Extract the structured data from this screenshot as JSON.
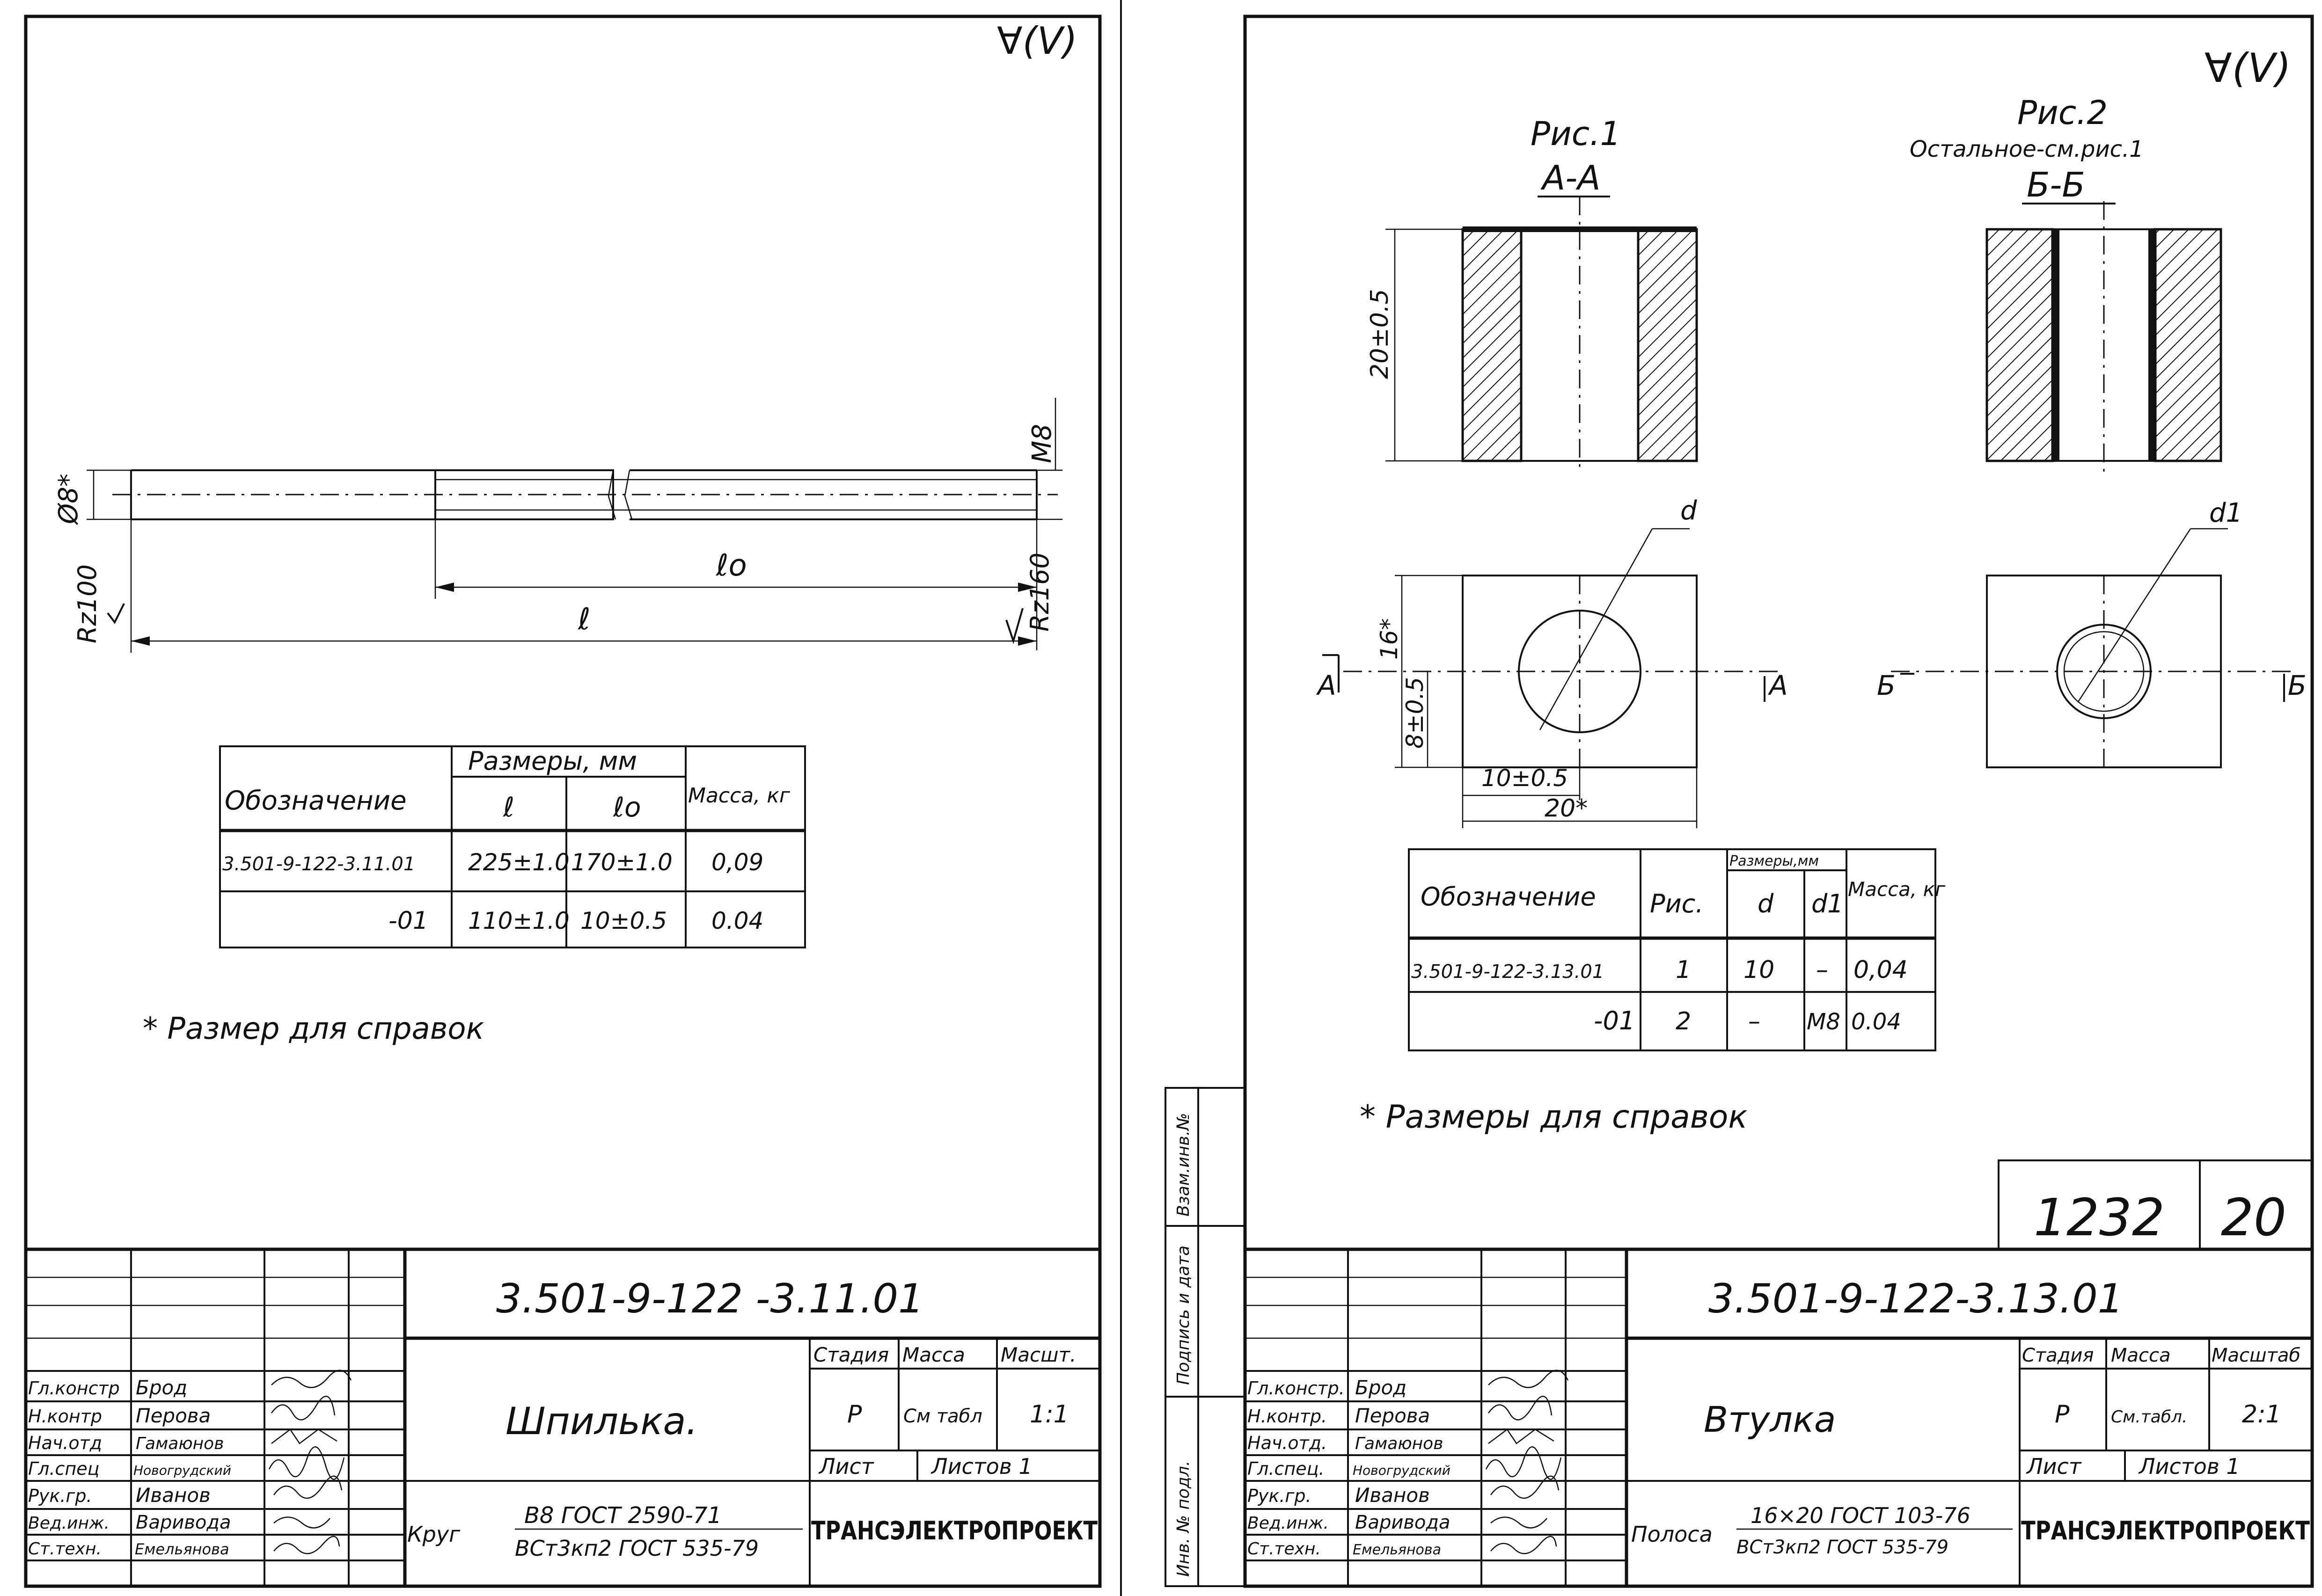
{
  "left_sheet": {
    "roughness_mark": "∀(V)",
    "drawing": {
      "dim_diameter": "Ø8*",
      "dim_thread": "M8",
      "dim_l0": "ℓo",
      "dim_l": "ℓ",
      "roughness_left": "Rz100",
      "roughness_right": "Rz160"
    },
    "table": {
      "header_designation": "Обозначение",
      "header_sizes": "Размеры, мм",
      "header_l": "ℓ",
      "header_l0": "ℓo",
      "header_mass": "Масса, кг",
      "rows": [
        {
          "designation": "3.501-9-122-3.11.01",
          "l": "225±1.0",
          "l0": "170±1.0",
          "mass": "0,09"
        },
        {
          "designation": "-01",
          "l": "110±1.0",
          "l0": "10±0.5",
          "mass": "0.04"
        }
      ]
    },
    "note": "* Размер для справок",
    "title_block": {
      "doc_code": "3.501-9-122 -3.11.01",
      "part_name": "Шпилька.",
      "stage_label": "Стадия",
      "mass_label": "Масса",
      "scale_label": "Масшт.",
      "stage": "Р",
      "mass": "См табл",
      "scale": "1:1",
      "sheet_label": "Лист",
      "sheets_label": "Листов 1",
      "material_prefix": "Круг",
      "material_top": "В8 ГОСТ 2590-71",
      "material_bottom": "ВСт3кп2 ГОСТ 535-79",
      "org": "ТРАНСЭЛЕКТРОПРОЕКТ",
      "signers": [
        {
          "role": "Гл.констр",
          "name": "Брод"
        },
        {
          "role": "Н.контр",
          "name": "Перова"
        },
        {
          "role": "Нач.отд",
          "name": "Гамаюнов"
        },
        {
          "role": "Гл.спец",
          "name": "Новогрудский"
        },
        {
          "role": "Рук.гр.",
          "name": "Иванов"
        },
        {
          "role": "Вед.инж.",
          "name": "Варивода"
        },
        {
          "role": "Ст.техн.",
          "name": "Емельянова"
        }
      ]
    }
  },
  "right_sheet": {
    "roughness_mark": "∀(V)",
    "fig1": {
      "title": "Рис.1",
      "section": "А-А"
    },
    "fig2": {
      "title": "Рис.2",
      "subtitle": "Остальное-см.рис.1",
      "section": "Б-Б"
    },
    "dims": {
      "height": "20±0.5",
      "d": "d",
      "d1": "d1",
      "h16": "16*",
      "h8": "8±0.5",
      "w10": "10±0.5",
      "w20": "20*",
      "cut_a": "А",
      "cut_b": "Б"
    },
    "table": {
      "header_designation": "Обозначение",
      "header_fig": "Рис.",
      "header_sizes": "Размеры,мм",
      "header_d": "d",
      "header_d1": "d1",
      "header_mass": "Масса, кг",
      "rows": [
        {
          "designation": "3.501-9-122-3.13.01",
          "fig": "1",
          "d": "10",
          "d1": "–",
          "mass": "0,04"
        },
        {
          "designation": "-01",
          "fig": "2",
          "d": "–",
          "d1": "М8",
          "mass": "0.04"
        }
      ]
    },
    "note": "* Размеры для справок",
    "stamp_number": "1232",
    "stamp_sheet": "20",
    "side_labels": [
      "Инв. № подл.",
      "Подпись и дата",
      "Взам.инв.№"
    ],
    "title_block": {
      "doc_code": "3.501-9-122-3.13.01",
      "part_name": "Втулка",
      "stage_label": "Стадия",
      "mass_label": "Масса",
      "scale_label": "Масштаб",
      "stage": "Р",
      "mass": "См.табл.",
      "scale": "2:1",
      "sheet_label": "Лист",
      "sheets_label": "Листов 1",
      "material_prefix": "Полоса",
      "material_top": "16×20 ГОСТ 103-76",
      "material_bottom": "ВСт3кп2 ГОСТ 535-79",
      "org": "ТРАНСЭЛЕКТРОПРОЕКТ",
      "signers": [
        {
          "role": "Гл.констр.",
          "name": "Брод"
        },
        {
          "role": "Н.контр.",
          "name": "Перова"
        },
        {
          "role": "Нач.отд.",
          "name": "Гамаюнов"
        },
        {
          "role": "Гл.спец.",
          "name": "Новогрудский"
        },
        {
          "role": "Рук.гр.",
          "name": "Иванов"
        },
        {
          "role": "Вед.инж.",
          "name": "Варивода"
        },
        {
          "role": "Ст.техн.",
          "name": "Емельянова"
        }
      ]
    }
  }
}
